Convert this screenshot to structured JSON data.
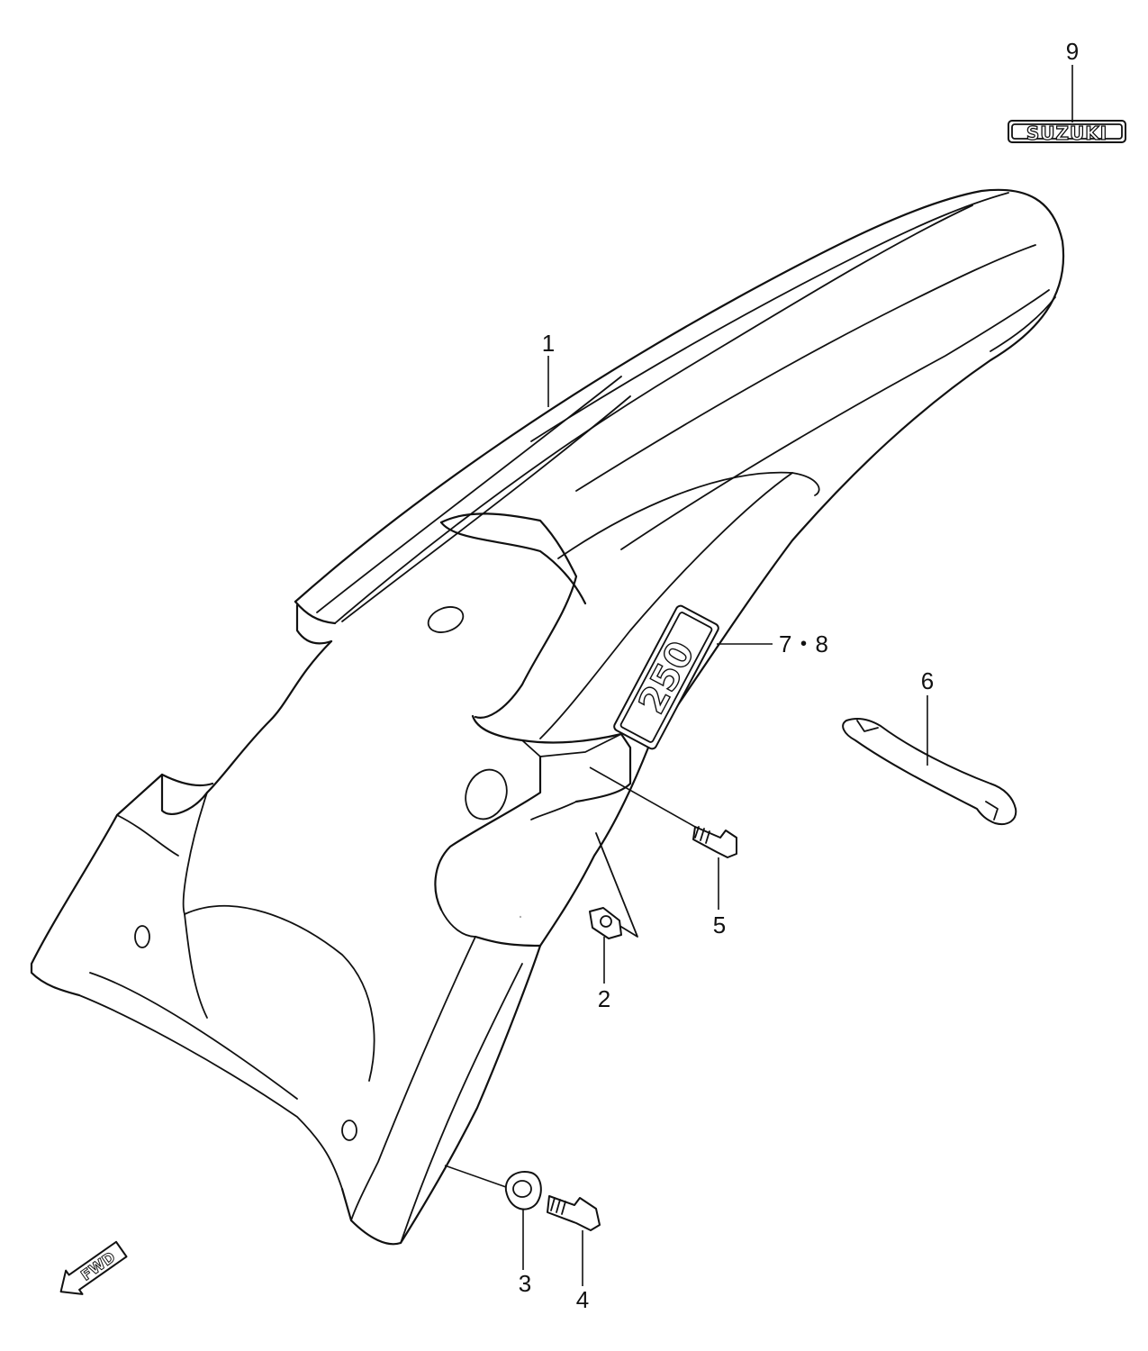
{
  "callouts": {
    "c1": "1",
    "c2": "2",
    "c3": "3",
    "c4": "4",
    "c5": "5",
    "c6": "6",
    "c78": "7・8",
    "c9": "9"
  },
  "emblem": {
    "text": "SUZUKI"
  },
  "badge": {
    "text": "250"
  },
  "direction": {
    "text": "FWD"
  }
}
